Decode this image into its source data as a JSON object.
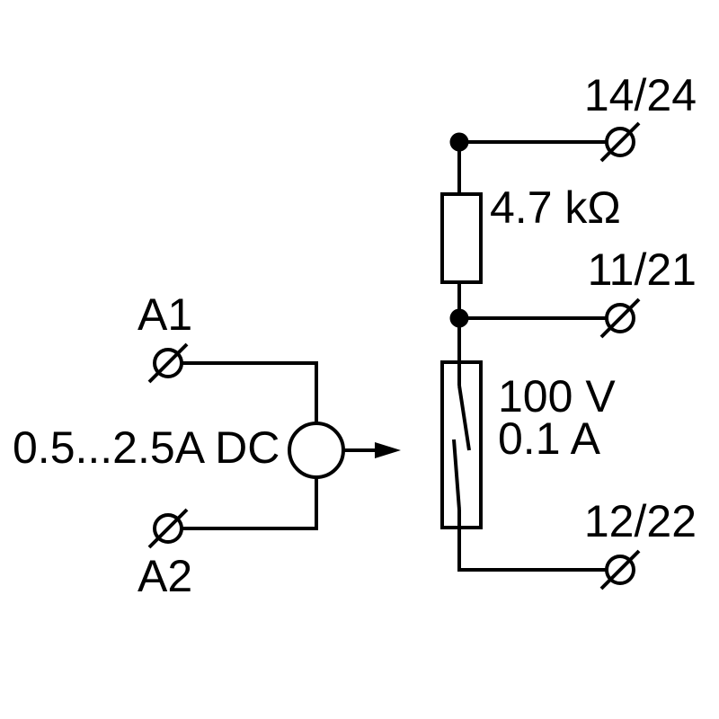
{
  "diagram": {
    "kind": "relay wiring schematic",
    "colors": {
      "line": "#000000",
      "background": "#ffffff"
    },
    "terminals": {
      "a1": "A1",
      "a2": "A2",
      "t14": "14/24",
      "t11": "11/21",
      "t12": "12/22"
    },
    "labels": {
      "input_range": "0.5...2.5A DC",
      "resistor_value": "4.7 kΩ",
      "contact_voltage": "100 V",
      "contact_current": "0.1 A"
    }
  }
}
